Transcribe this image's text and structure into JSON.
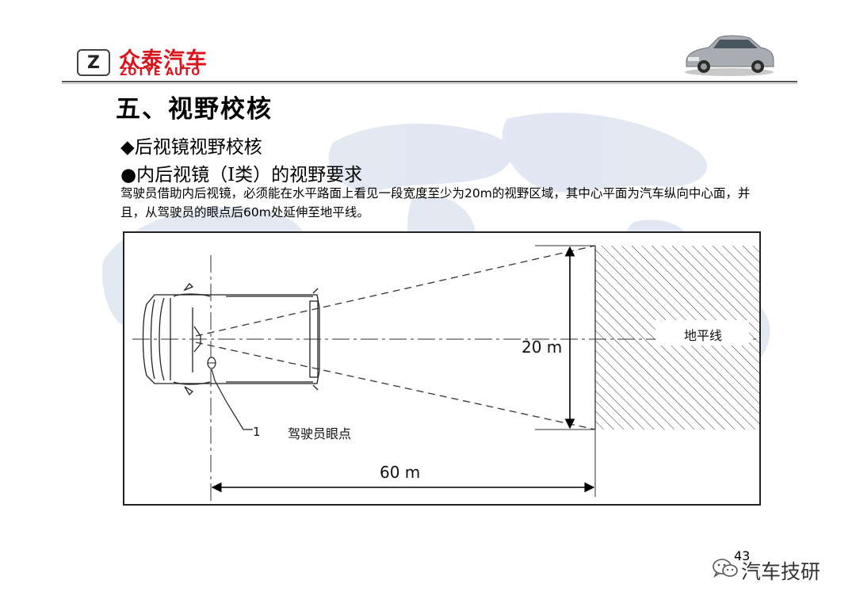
{
  "header": {
    "logo_letter": "Z",
    "brand_cn": "众泰汽车",
    "brand_en": "ZOTYE AUTO",
    "brand_color": "#d9141b"
  },
  "slide": {
    "title": "五、视野校核",
    "bullet_1": "◆后视镜视野校核",
    "bullet_2": "●内后视镜（Ⅰ类）的视野要求",
    "paragraph": "驾驶员借助内后视镜，必须能在水平路面上看见一段宽度至少为20m的视野区域，其中心平面为汽车纵向中心面，并且，从驾驶员的眼点后60m处延伸至地平线。",
    "page_number": "43"
  },
  "diagram": {
    "horizon_label": "地平线",
    "width_label": "20 m",
    "eye_point_label": "驾驶员眼点",
    "distance_label": "60 m",
    "callout_number": "1"
  },
  "watermark": {
    "text": "汽车技研",
    "icon": "wechat-icon"
  },
  "icons": {
    "logo": "zotye-logo-icon",
    "car": "car-photo-icon"
  }
}
